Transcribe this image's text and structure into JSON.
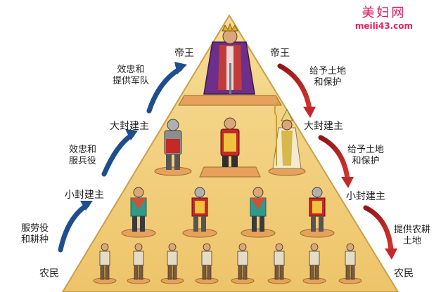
{
  "watermark": {
    "title": "美妇网",
    "url": "meili43.com"
  },
  "levels": {
    "king": "帝王",
    "great_lord": "大封建主",
    "small_lord": "小封建主",
    "peasant": "农民"
  },
  "up_duties": {
    "to_king": "效忠和\n提供军队",
    "to_great_lord": "效忠和\n服兵役",
    "to_small_lord": "服劳役\n和耕种"
  },
  "down_grants": {
    "from_king": "给予土地\n和保护",
    "from_great_lord": "给予土地\n和保护",
    "from_small_lord": "提供农耕\n土地"
  },
  "colors": {
    "pyramid": "#f2cf7c",
    "pyramid_edge": "#c9a04a",
    "blue_arrow": "#1f4e8c",
    "red_arrow": "#b01e24"
  }
}
